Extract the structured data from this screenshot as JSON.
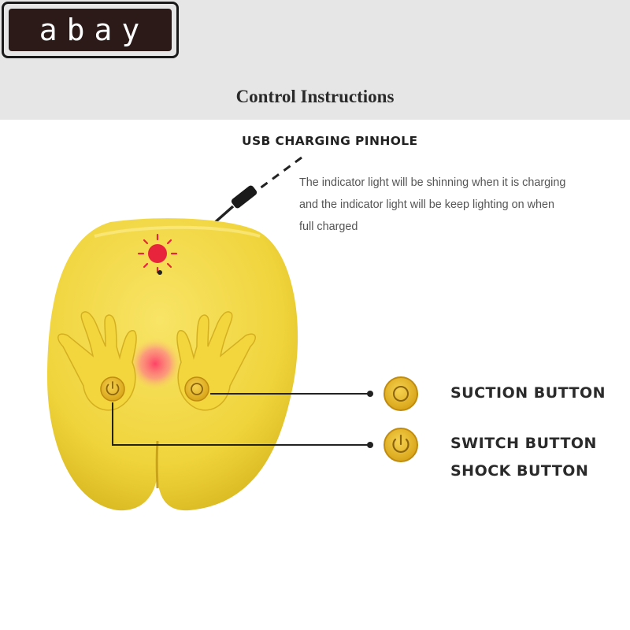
{
  "brand": {
    "logo_text": "abay"
  },
  "header": {
    "title": "Control Instructions"
  },
  "usb": {
    "title": "USB CHARGING PINHOLE",
    "description_lines": [
      "The indicator light will be shinning when it is charging",
      "and the indicator light will be keep lighting on when",
      "full charged"
    ]
  },
  "buttons": {
    "suction_label": "SUCTION BUTTON",
    "switch_label": "SWITCH BUTTON",
    "shock_label": "SHOCK BUTTON"
  },
  "colors": {
    "device_yellow": "#f2d84a",
    "button_gold": "#e8b820",
    "indicator_red": "#e8243c",
    "glow_pink": "#ff5a78",
    "header_gray": "#e6e6e6"
  },
  "icons": [
    "power-icon",
    "circle-icon",
    "usb-plug-icon",
    "indicator-light-icon"
  ]
}
